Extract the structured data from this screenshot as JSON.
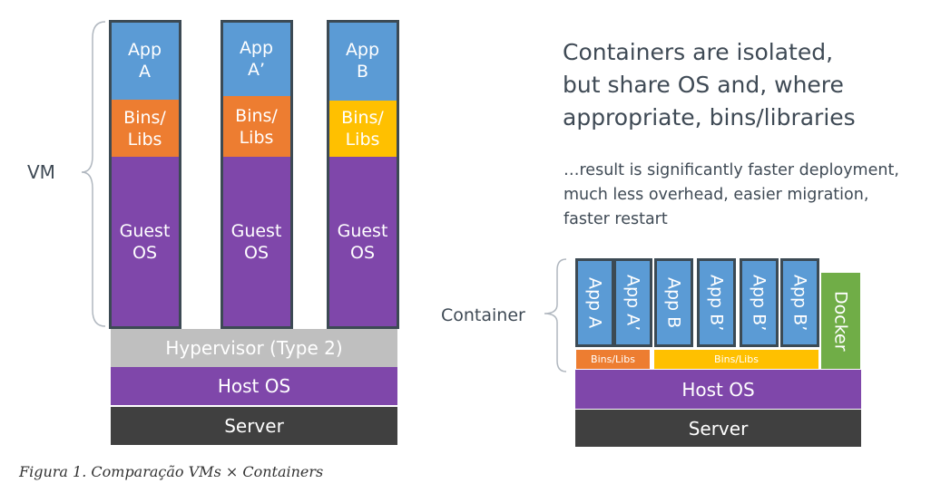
{
  "vm_diagram": {
    "brace_label": "VM",
    "columns": [
      {
        "app": "App\nA",
        "bins": "Bins/\nLibs",
        "guest": "Guest\nOS"
      },
      {
        "app": "App\nA’",
        "bins": "Bins/\nLibs",
        "guest": "Guest\nOS"
      },
      {
        "app": "App\nB",
        "bins": "Bins/\nLibs",
        "guest": "Guest\nOS"
      }
    ],
    "hypervisor": "Hypervisor (Type 2)",
    "host_os": "Host OS",
    "server": "Server"
  },
  "container_diagram": {
    "headline": "Containers are isolated,\nbut share OS and, where\nappropriate, bins/libraries",
    "subtext": "…result is significantly faster deployment,\nmuch less overhead, easier migration,\nfaster restart",
    "brace_label": "Container",
    "apps": [
      "App A",
      "App A’",
      "App B",
      "App B’",
      "App B’",
      "App B’"
    ],
    "docker": "Docker",
    "bins_left": "Bins/Libs",
    "bins_right": "Bins/Libs",
    "host_os": "Host OS",
    "server": "Server"
  },
  "caption": "Figura 1. Comparação VMs × Containers",
  "colors": {
    "app": "#5b9bd5",
    "bins_a": "#ed7d31",
    "bins_b": "#ffc000",
    "guest_os": "#7f47aa",
    "hypervisor": "#bfbfbf",
    "server": "#404040",
    "docker": "#70ad47"
  }
}
